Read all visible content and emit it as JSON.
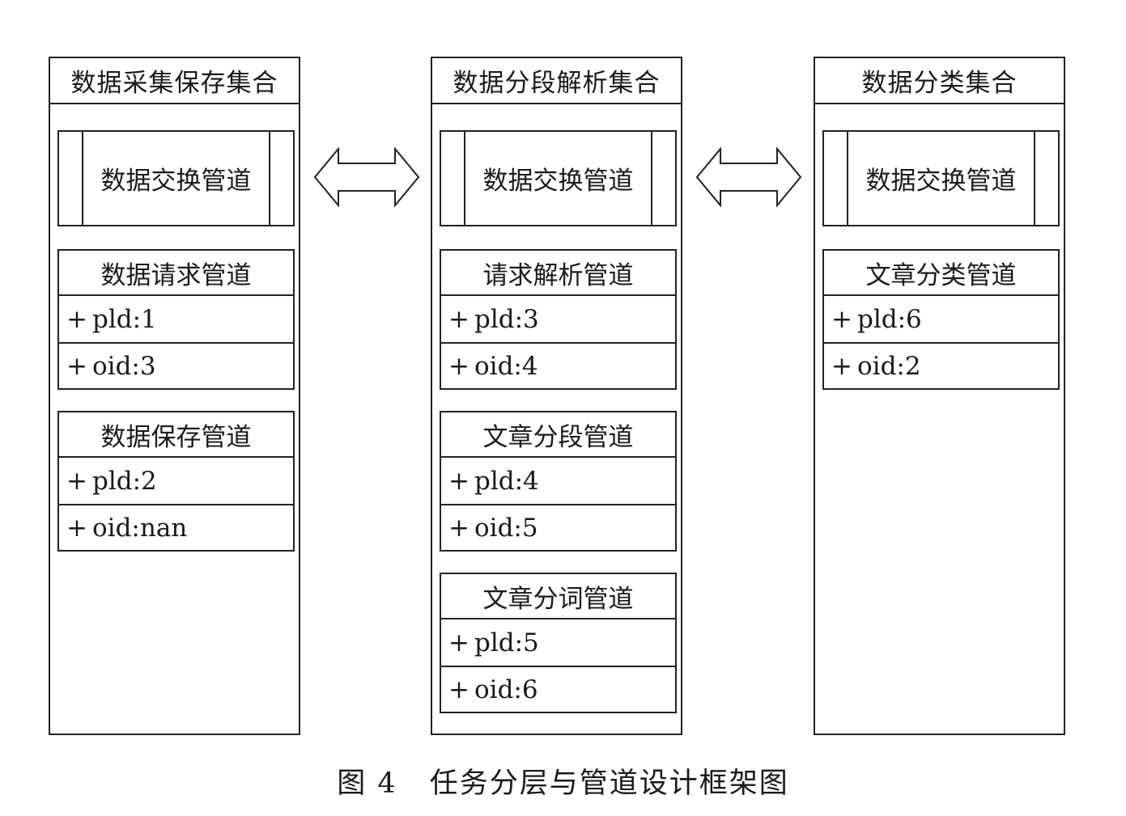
{
  "columns": [
    {
      "title": "数据采集保存集合",
      "exchange": "数据交换管道",
      "pipes": [
        {
          "title": "数据请求管道",
          "rows": [
            "pld:1",
            "oid:3"
          ]
        },
        {
          "title": "数据保存管道",
          "rows": [
            "pld:2",
            "oid:nan"
          ]
        }
      ]
    },
    {
      "title": "数据分段解析集合",
      "exchange": "数据交换管道",
      "pipes": [
        {
          "title": "请求解析管道",
          "rows": [
            "pld:3",
            "oid:4"
          ]
        },
        {
          "title": "文章分段管道",
          "rows": [
            "pld:4",
            "oid:5"
          ]
        },
        {
          "title": "文章分词管道",
          "rows": [
            "pld:5",
            "oid:6"
          ]
        }
      ]
    },
    {
      "title": "数据分类集合",
      "exchange": "数据交换管道",
      "pipes": [
        {
          "title": "文章分类管道",
          "rows": [
            "pld:6",
            "oid:2"
          ]
        }
      ]
    }
  ],
  "row_prefix": "+",
  "caption": {
    "number": "图 4",
    "text": "任务分层与管道设计框架图"
  }
}
